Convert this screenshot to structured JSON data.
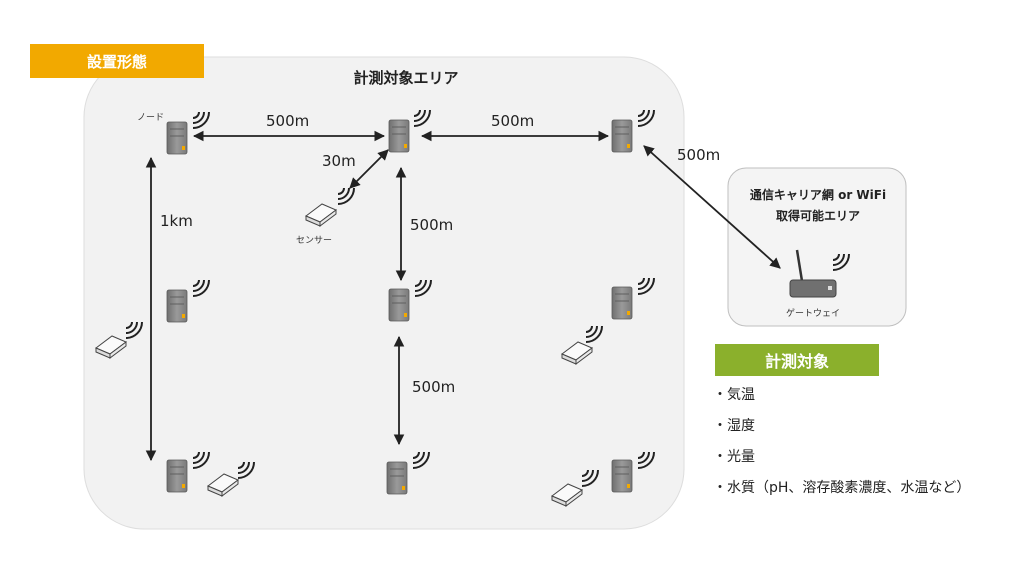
{
  "labels": {
    "install_badge": "設置形態",
    "area_title": "計測対象エリア",
    "node_label": "ノード",
    "sensor_label": "センサー",
    "gateway_label": "ゲートウェイ",
    "gateway_area_line1": "通信キャリア網 or WiFi",
    "gateway_area_line2": "取得可能エリア",
    "target_badge": "計測対象"
  },
  "distances": {
    "top_left": "500m",
    "top_right": "500m",
    "to_gateway": "500m",
    "sensor": "30m",
    "vertical_left": "1km",
    "vertical_mid_upper": "500m",
    "vertical_mid_lower": "500m"
  },
  "targets": [
    "・気温",
    "・湿度",
    "・光量",
    "・水質（pH、溶存酸素濃度、水温など）"
  ],
  "colors": {
    "install_badge": "#F2A900",
    "target_badge": "#8BB02C",
    "area_fill": "#F2F2F2",
    "node": "#8A8A8A",
    "node_led": "#F2A900",
    "arrow": "#222222"
  }
}
